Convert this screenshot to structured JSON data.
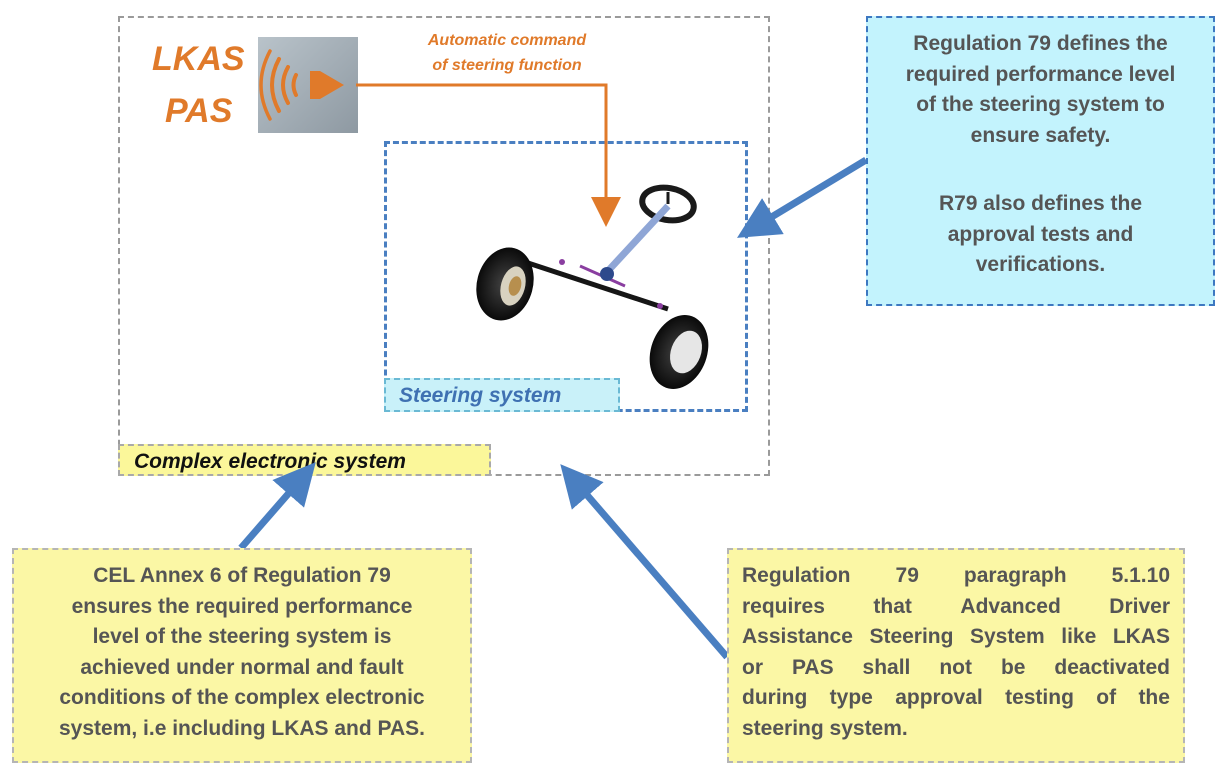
{
  "top_left": {
    "lkas": "LKAS",
    "pas": "PAS",
    "command_line1": "Automatic command",
    "command_line2": "of steering function"
  },
  "labels": {
    "steering_system": "Steering system",
    "complex_system": "Complex electronic system"
  },
  "r79_note": {
    "line1": "Regulation 79 defines the",
    "line2": "required performance level",
    "line3": "of the steering system to",
    "line4": "ensure safety.",
    "line5": "R79 also defines the",
    "line6": "approval tests and",
    "line7": "verifications."
  },
  "cel_note": {
    "line1": "CEL Annex 6 of Regulation 79",
    "line2": "ensures the required performance",
    "line3": "level of the steering system is",
    "line4": "achieved under normal and fault",
    "line5": "conditions of the complex electronic",
    "line6": "system, i.e including LKAS and PAS."
  },
  "para_note": {
    "line1": [
      "Regulation",
      "79",
      "paragraph",
      "5.1.10"
    ],
    "line2": [
      "requires",
      "that",
      "Advanced",
      "Driver"
    ],
    "line3": [
      "Assistance",
      "Steering",
      "System",
      "like",
      "LKAS"
    ],
    "line4": [
      "or",
      "PAS",
      "shall",
      "not",
      "be",
      "deactivated"
    ],
    "line5": [
      "during",
      "type",
      "approval",
      "testing",
      "of",
      "the"
    ],
    "line6": "steering system."
  },
  "colors": {
    "orange": "#e07a2a",
    "blue_arrow": "#4a7fc1",
    "yellow_fill": "#fbf7a5",
    "cyan_fill": "#c3f3fd"
  },
  "icons": [
    "speaker-waves-icon",
    "steering-assembly-icon"
  ]
}
